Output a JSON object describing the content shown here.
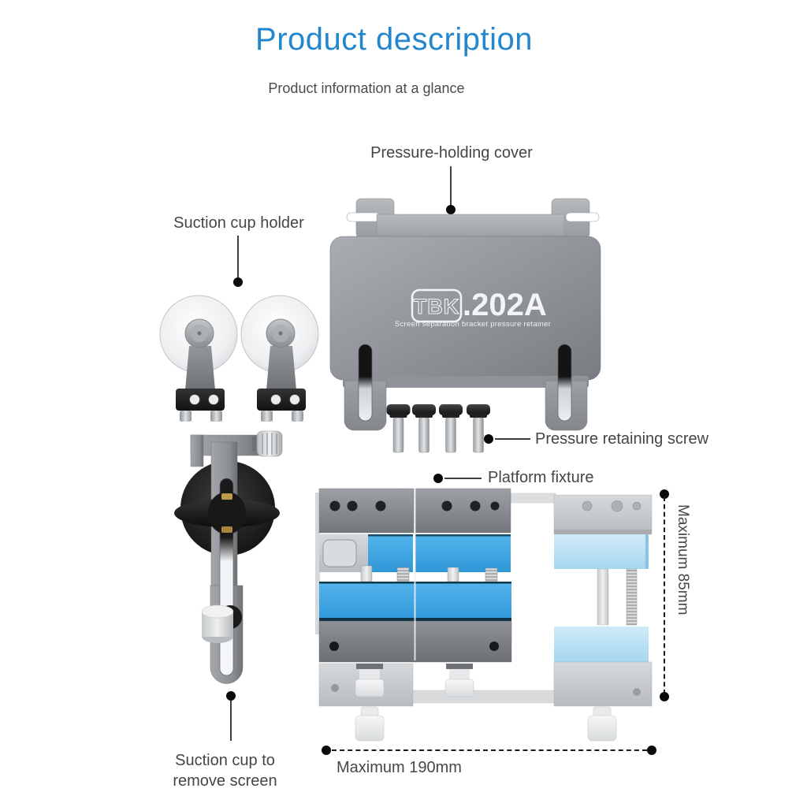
{
  "header": {
    "title": "Product description",
    "subtitle": "Product information at a glance"
  },
  "device": {
    "brand": "TBK",
    "model": ".202A",
    "tagline": "Screen separation bracket pressure retainer"
  },
  "callouts": {
    "pressure_holding_cover": "Pressure-holding cover",
    "suction_cup_holder": "Suction cup holder",
    "pressure_retaining_screw": "Pressure retaining screw",
    "platform_fixture": "Platform fixture",
    "suction_cup_remove_line1": "Suction cup to",
    "suction_cup_remove_line2": "remove screen"
  },
  "dimensions": {
    "max_height": "Maximum 85mm",
    "max_width": "Maximum 190mm"
  },
  "colors": {
    "title_blue": "#2486cd",
    "clamp_pad_blue": "#3fa9e8",
    "pale_pad_blue": "#bfe2f5",
    "label_gray": "#454545",
    "metal_gray": "#8d9196",
    "leader_line": "#3f3f3f"
  }
}
